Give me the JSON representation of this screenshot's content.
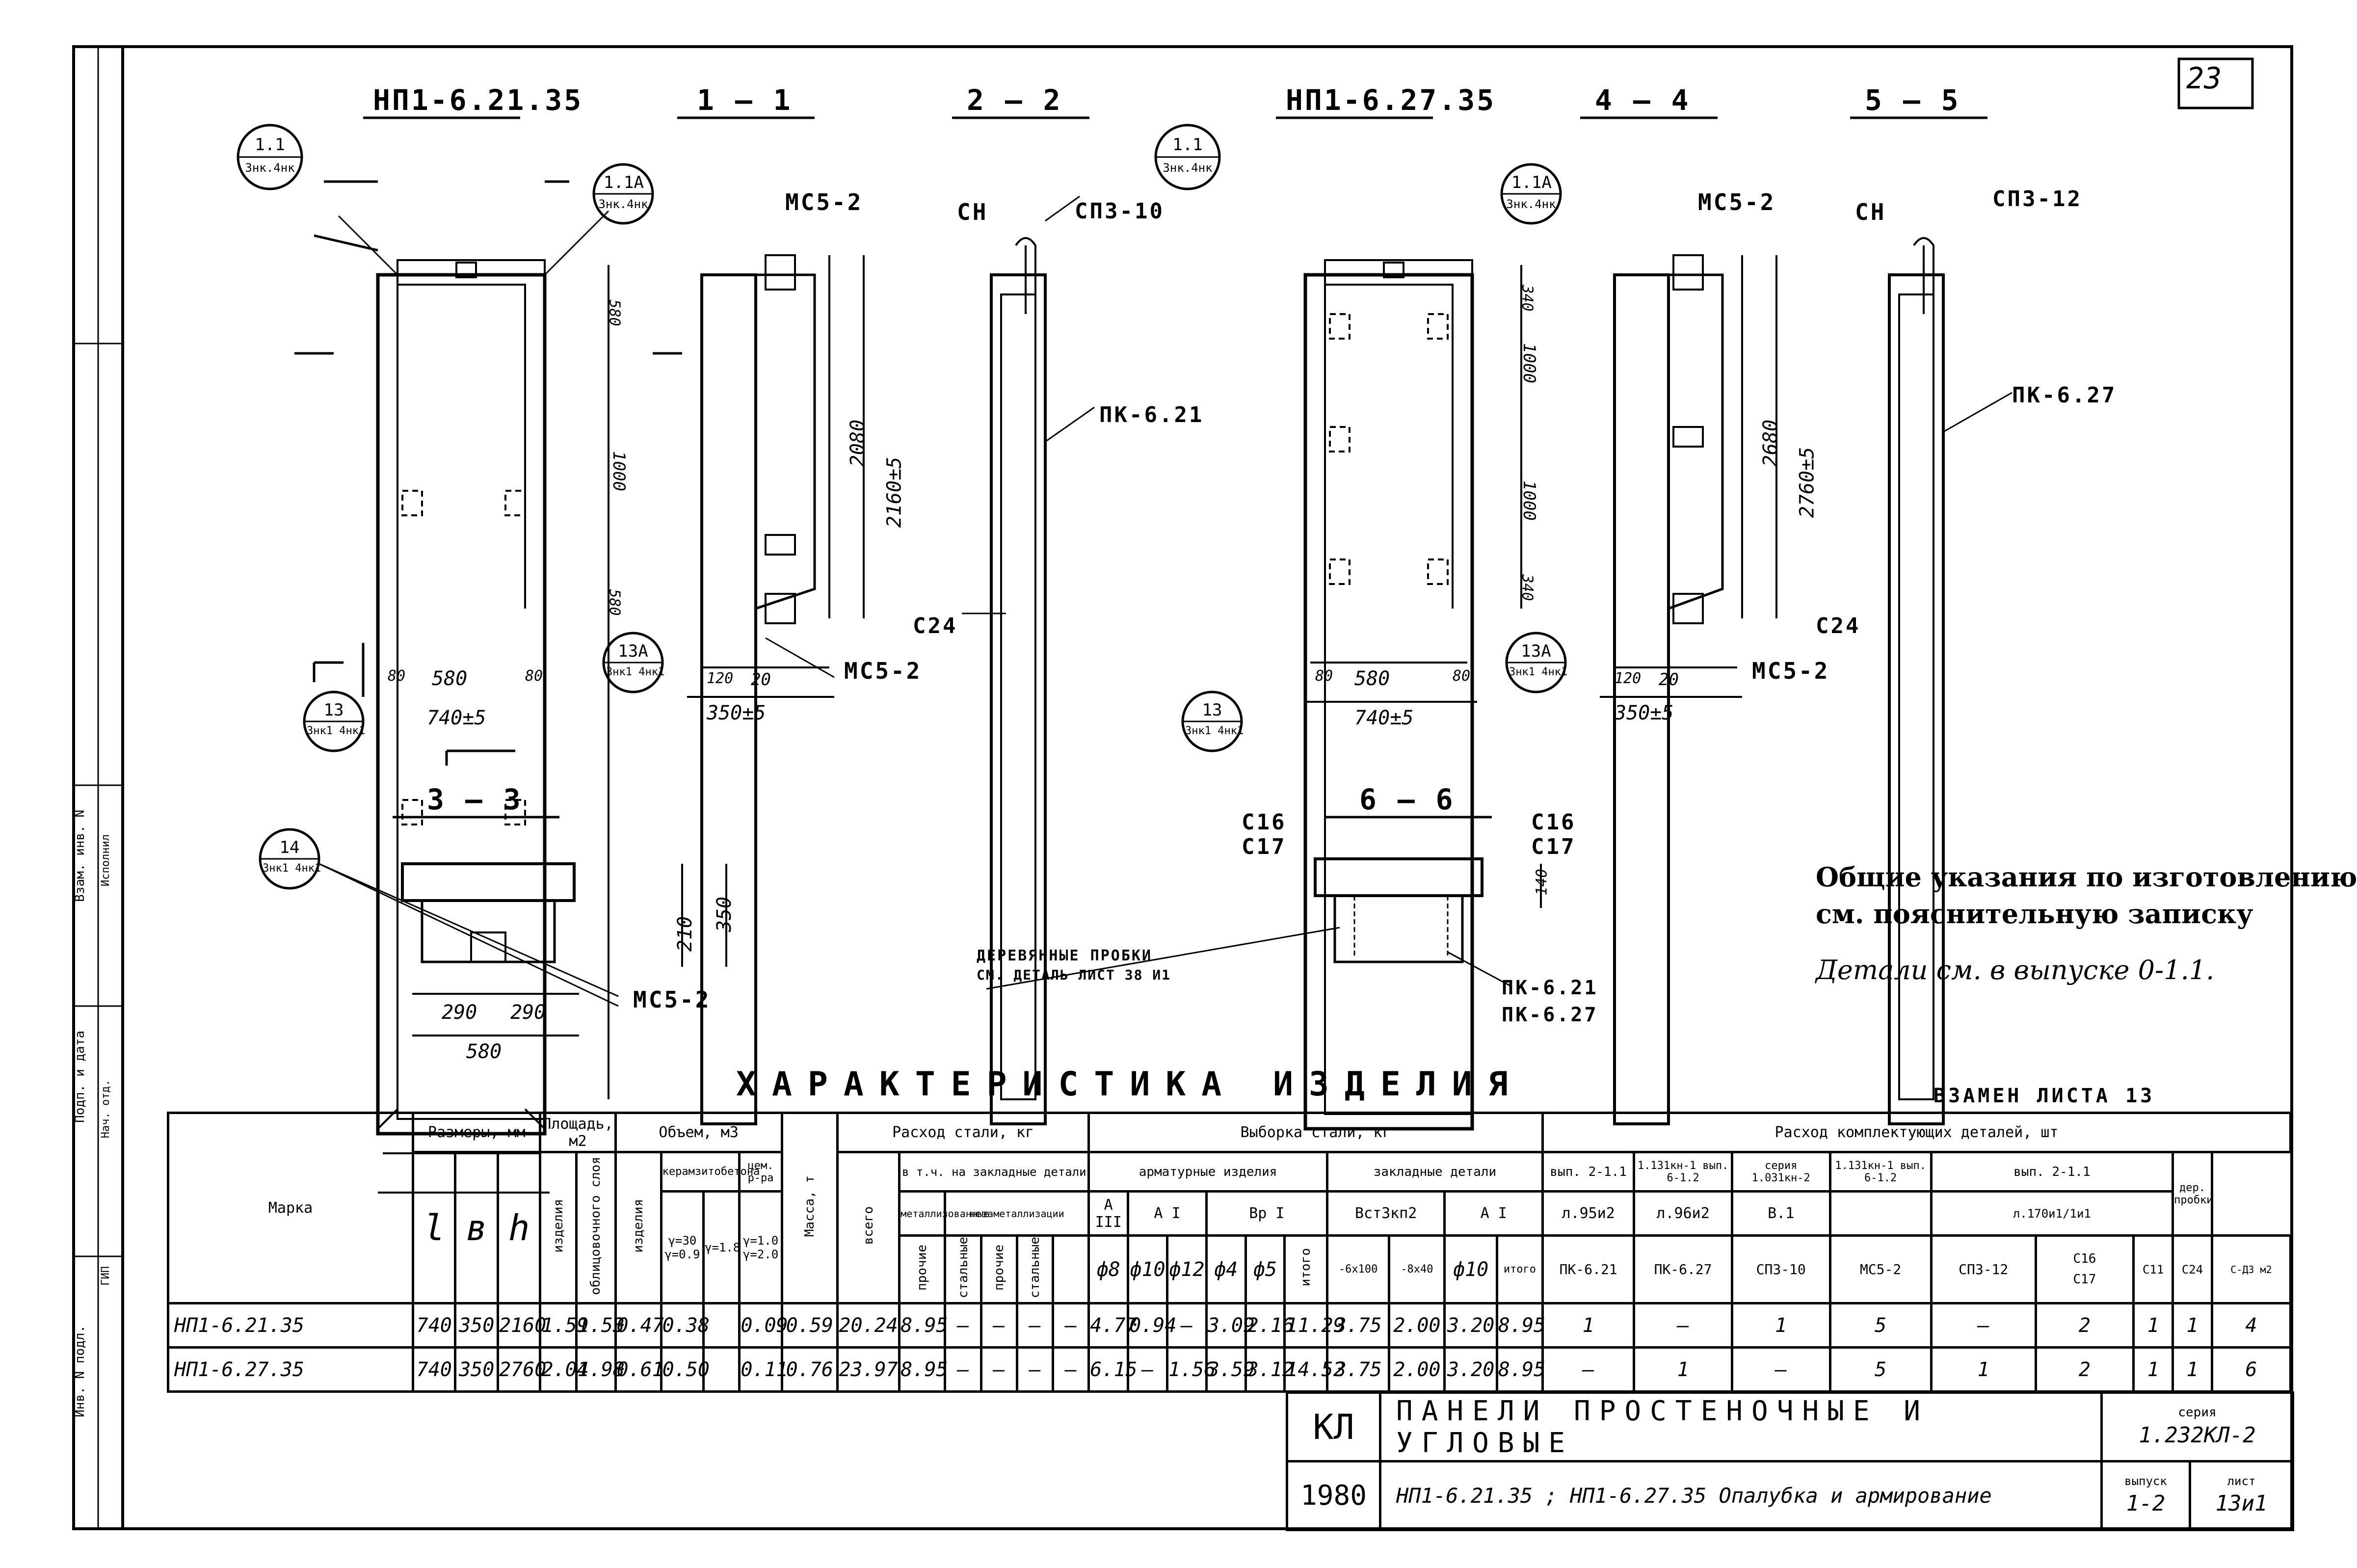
{
  "sheet_number": "23",
  "views": {
    "view_a_title": "НП1-6.21.35",
    "view_b_title": "НП1-6.27.35",
    "sec_1_1": "1 — 1",
    "sec_2_2": "2 — 2",
    "sec_3_3": "3 — 3",
    "sec_4_4": "4 — 4",
    "sec_5_5": "5 — 5",
    "sec_6_6": "6 — 6"
  },
  "callouts": {
    "c_1_1": "1.1",
    "c_1_1_sub": "3нк.4нк",
    "c_1_1a": "1.1А",
    "c_1_1a_sub": "3нк.4нк",
    "c_13": "13",
    "c_13_sub": "3нк1 4нк1",
    "c_13a": "13А",
    "c_13a_sub": "3нк1 4нк1",
    "c_14": "14",
    "c_14_sub": "3нк1 4нк1"
  },
  "labels": {
    "mc5_2": "МС5-2",
    "mc5_2b": "МС5-2",
    "ch": "СН",
    "sp3_10": "СП3-10",
    "sp3_12": "СП3-12",
    "pk_6_21": "ПК-6.21",
    "pk_6_27": "ПК-6.27",
    "c24": "С24",
    "c16": "С16",
    "c17": "С17",
    "pk_6_21b": "ПК-6.21",
    "pk_6_27b": "ПК-6.27",
    "wood_line1": "ДЕРЕВЯННЫЕ ПРОБКИ",
    "wood_line2": "СМ. ДЕТАЛЬ ЛИСТ 38 И1"
  },
  "dims": {
    "d740": "740±5",
    "d580": "580",
    "d80": "80",
    "d350": "350±5",
    "d120": "120",
    "d20": "20",
    "d2080": "2080",
    "d2160": "2160±5",
    "d2680": "2680",
    "d2760": "2760±5",
    "d1000": "1000",
    "d580v": "580",
    "d340": "340",
    "d290": "290",
    "d210": "210",
    "d350v": "350",
    "d140": "140",
    "d580b": "580"
  },
  "notes": {
    "line1": "Общие указания по изготовлению",
    "line2": "см. пояснительную записку",
    "line3": "Детали см. в выпуске 0-1.1."
  },
  "table": {
    "heading": "ХАРАКТЕРИСТИКА ИЗДЕЛИЯ",
    "replaces": "ВЗАМЕН ЛИСТА 13",
    "h_marka": "Марка",
    "h_dims": "Размеры, мм",
    "h_l": "l",
    "h_b": "в",
    "h_h": "h",
    "h_area": "Площадь, м2",
    "h_area_item": "изделия",
    "h_area_face": "облицовочного слоя",
    "h_volume": "Объем, м3",
    "h_vol_item": "изделия",
    "h_vol_concrete": "керамзитобетона",
    "h_vol_c1": "γ=30 γ=0.9",
    "h_vol_c2": "γ=1.8",
    "h_vol_mortar": "цем. р-ра",
    "h_vol_m1": "γ=1.0 γ=2.0",
    "h_mass": "Масса, т",
    "h_steel": "Расход стали, кг",
    "h_steel_total": "всего",
    "h_steel_embedded": "в т.ч. на закладные детали",
    "h_steel_metal": "металлизованные",
    "h_steel_unmetal": "незаметаллизации",
    "h_sub_a": "прочие",
    "h_sub_b": "стальные",
    "h_sub_c": "прочие",
    "h_sub_d": "стальные",
    "h_sample": "Выборка стали, кг",
    "h_rebar": "арматурные изделия",
    "h_rebar_a3": "А III",
    "h_rebar_a1": "А I",
    "h_rebar_bp1": "Вр I",
    "h_emb": "закладные детали",
    "h_emb_vst": "Вст3кп2",
    "h_emb_a1": "А I",
    "h_d8": "ф8",
    "h_d10": "ф10",
    "h_d12": "ф12",
    "h_d4": "ф4",
    "h_d5": "ф5",
    "h_total1": "итого",
    "h_e1": "-6х100",
    "h_e2": "-8х40",
    "h_e3": "ф10",
    "h_total2": "итого",
    "h_kit": "Расход комплектующих деталей, шт",
    "h_k_v1": "вып. 2-1.1",
    "h_k_s1": "1.131кн-1 вып. 6-1.2",
    "h_k_s2": "серия 1.031кн-2",
    "h_k_s3": "1.131кн-1 вып. 6-1.2",
    "h_k_v2": "вып. 2-1.1",
    "h_k_a95": "л.95и2",
    "h_k_a96": "л.96и2",
    "h_k_b1": "В.1",
    "h_k_a170": "л.170и1/1и1",
    "h_k_pk621": "ПК-6.21",
    "h_k_pk627": "ПК-6.27",
    "h_k_sp310": "СП3-10",
    "h_k_mc52": "МС5-2",
    "h_k_sp312": "СП3-12",
    "h_k_c16": "С16",
    "h_k_c17": "С17",
    "h_k_c11": "С11",
    "h_k_c24": "С24",
    "h_wood": "дер. пробки",
    "h_wood_sub": "С-ДЗ м2",
    "rows": [
      {
        "mark": "НП1-6.21.35",
        "l": "740",
        "b": "350",
        "h": "2160",
        "a1": "1.59",
        "a2": "1.53",
        "v1": "0.47",
        "v2": "0.38",
        "v3": "",
        "v4": "0.09",
        "mass": "0.59",
        "s_total": "20.24",
        "s_emb": "8.95",
        "s_a": "—",
        "s_b": "—",
        "s_c": "—",
        "s_d": "—",
        "d8": "4.77",
        "d10": "0.94",
        "d12": "—",
        "d4": "3.09",
        "d5": "2.16",
        "t1": "11.29",
        "e1": "3.75",
        "e2": "2.00",
        "e3": "3.20",
        "t2": "8.95",
        "k1": "1",
        "k2": "—",
        "k3": "1",
        "k4": "5",
        "k5": "—",
        "k6": "2",
        "k7": "1",
        "k8": "1",
        "k9": "4"
      },
      {
        "mark": "НП1-6.27.35",
        "l": "740",
        "b": "350",
        "h": "2760",
        "a1": "2.04",
        "a2": "1.98",
        "v1": "0.61",
        "v2": "0.50",
        "v3": "",
        "v4": "0.11",
        "mass": "0.76",
        "s_total": "23.97",
        "s_emb": "8.95",
        "s_a": "—",
        "s_b": "—",
        "s_c": "—",
        "s_d": "—",
        "d8": "6.15",
        "d10": "—",
        "d12": "1.56",
        "d4": "3.59",
        "d5": "3.12",
        "t1": "14.52",
        "e1": "3.75",
        "e2": "2.00",
        "e3": "3.20",
        "t2": "8.95",
        "k1": "—",
        "k2": "1",
        "k3": "—",
        "k4": "5",
        "k5": "1",
        "k6": "2",
        "k7": "1",
        "k8": "1",
        "k9": "6"
      }
    ]
  },
  "stamp": {
    "kl": "КЛ",
    "title": "ПАНЕЛИ ПРОСТЕНОЧНЫЕ И УГЛОВЫЕ",
    "year": "1980",
    "subtitle": "НП1-6.21.35 ; НП1-6.27.35 Опалубка и армирование",
    "series_label": "серия",
    "series": "1.232КЛ-2",
    "issue_label": "выпуск",
    "issue": "1-2",
    "sheet_label": "лист",
    "sheet": "13и1"
  },
  "side_strip": {
    "s1": "Инв. N подл.",
    "s2": "Подп. и дата",
    "s3": "Взам. инв. N",
    "s4": "ГИП",
    "s5": "Нач. отд.",
    "s6": "Исполнил"
  }
}
